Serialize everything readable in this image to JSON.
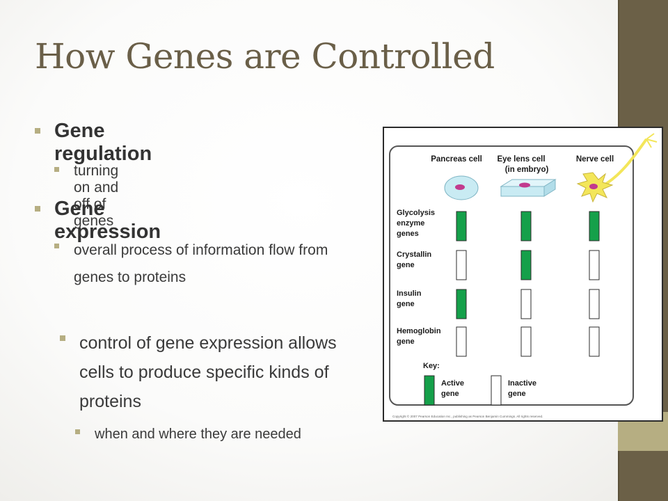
{
  "slide": {
    "title": "How Genes are Controlled",
    "bullets": [
      {
        "level": 1,
        "text": "Gene regulation"
      },
      {
        "level": 2,
        "text": "turning on and off of genes"
      },
      {
        "level": 1,
        "text": "Gene expression"
      },
      {
        "level": 2,
        "text": "overall process of information flow from genes to proteins"
      },
      {
        "level": 2,
        "text": "control of gene expression allows cells to produce specific kinds of proteins"
      },
      {
        "level": 3,
        "text": "when and where they are needed"
      }
    ]
  },
  "figure": {
    "columns": [
      "Pancreas cell",
      "Eye lens cell",
      "Nerve cell"
    ],
    "column_note": "(in embryo)",
    "genes": [
      "Glycolysis",
      "enzyme",
      "genes",
      "Crystallin",
      "gene",
      "Insulin",
      "gene",
      "Hemoglobin",
      "gene"
    ],
    "key_title": "Key:",
    "key_active": [
      "Active",
      "gene"
    ],
    "key_inactive": [
      "Inactive",
      "gene"
    ],
    "copyright": "Copyright © 2007 Pearson Education Inc., publishing as Pearson Benjamin Cummings. All rights reserved.",
    "matrix": [
      [
        1,
        1,
        1
      ],
      [
        0,
        1,
        0
      ],
      [
        1,
        0,
        0
      ],
      [
        0,
        0,
        0
      ]
    ],
    "colors": {
      "active": "#15a04a",
      "inactive": "#ffffff",
      "cell_fill": "#c9ebf3",
      "nucleus": "#c23a8e",
      "neuron": "#f3e65a"
    }
  }
}
